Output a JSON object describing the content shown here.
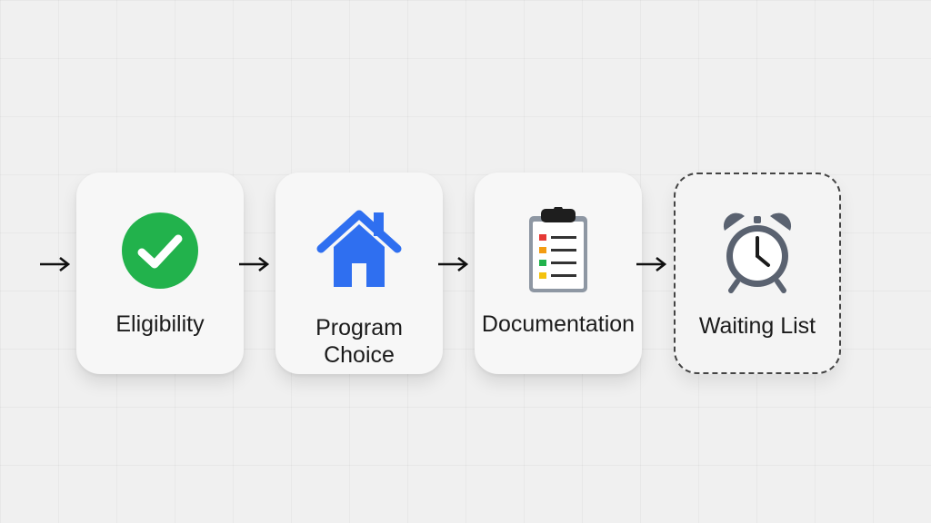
{
  "steps": [
    {
      "label": "Eligibility",
      "icon": "check-circle-icon",
      "color": "#22b24c"
    },
    {
      "label": "Program\nChoice",
      "icon": "house-icon",
      "color": "#2f6ff0"
    },
    {
      "label": "Documentation",
      "icon": "clipboard-icon",
      "color": "#1f1f1f"
    },
    {
      "label": "Waiting List",
      "icon": "alarm-clock-icon",
      "color": "#5a6270",
      "style": "dashed"
    }
  ],
  "colors": {
    "background": "#f0f0f0",
    "card": "#f7f7f7",
    "arrow": "#111111",
    "checklist_marks": [
      "#e53935",
      "#f39c12",
      "#22b24c",
      "#f4c20d"
    ]
  }
}
